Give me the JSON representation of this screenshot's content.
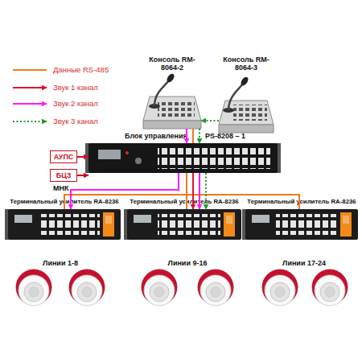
{
  "diagram": {
    "nodes": [
      {
        "text": [
          "Консоль RM-8064-2"
        ]
      },
      {
        "text": [
          "Консоль RM-8064-3"
        ]
      },
      {
        "text": [
          "Блок управления",
          "PS-8208 – 1"
        ]
      },
      {
        "text": [
          "АУПС"
        ]
      },
      {
        "text": [
          "БЦЗ"
        ]
      },
      {
        "text": [
          "Терминальный усилитель RA-8236"
        ]
      },
      {
        "text": [
          "Терминальный усилитель RA-8236"
        ]
      },
      {
        "text": [
          "Терминальный усилитель RA-8236"
        ]
      }
    ],
    "edges": [
      {
        "from": 3,
        "to": 2,
        "arrow": "to"
      },
      {
        "from": 4,
        "to": 2,
        "arrow": "to"
      },
      {
        "from": 0,
        "to": 2,
        "arrow": "none"
      },
      {
        "from": 0,
        "to": 2,
        "arrow": "to"
      },
      {
        "from": 1,
        "to": 0,
        "arrow": "to"
      },
      {
        "from": 0,
        "to": 2,
        "arrow": "to"
      },
      {
        "from": 2,
        "to": 5,
        "arrow": "none"
      },
      {
        "from": 2,
        "to": 6,
        "arrow": "none"
      },
      {
        "from": 2,
        "to": 7,
        "arrow": "none"
      },
      {
        "from": 2,
        "to": 5,
        "arrow": "to"
      },
      {
        "from": 2,
        "to": 6,
        "arrow": "to"
      },
      {
        "from": 2,
        "to": 6,
        "arrow": "to"
      },
      {
        "from": 2,
        "to": 6,
        "arrow": "to"
      }
    ],
    "labels": [
      "МНК",
      "Линии 1-8",
      "Линии 9-16",
      "Линии 17-24"
    ],
    "legend": [
      {
        "text": "Данные RS-485"
      },
      {
        "text": "Звук 1 канал"
      },
      {
        "text": "Звук 2 канал"
      },
      {
        "text": "Звук 3 канал"
      }
    ]
  }
}
